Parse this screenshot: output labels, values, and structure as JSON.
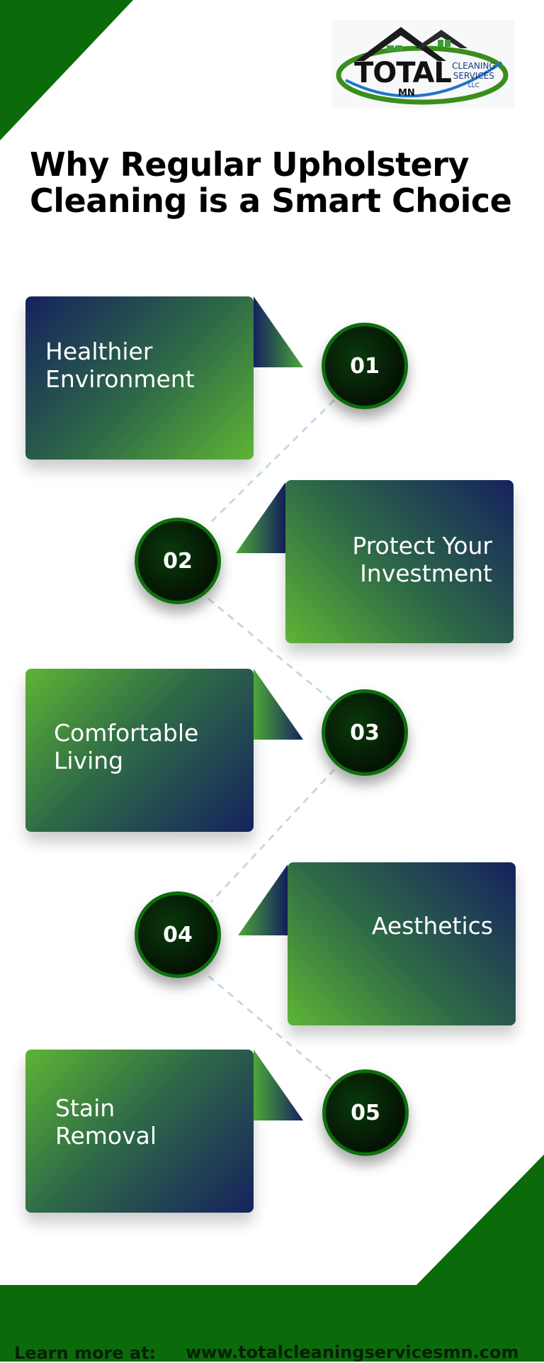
{
  "title": "Why Regular Upholstery Cleaning is a Smart Choice",
  "logo": {
    "main": "TOTAL",
    "line1": "CLEANING",
    "line2": "SERVICES",
    "suffix": "LLC",
    "sub": "MN"
  },
  "steps": [
    {
      "number": "01",
      "label": "Healthier Environment"
    },
    {
      "number": "02",
      "label": "Protect Your Investment"
    },
    {
      "number": "03",
      "label": "Comfortable Living"
    },
    {
      "number": "04",
      "label": "Aesthetics"
    },
    {
      "number": "05",
      "label": "Stain Removal"
    }
  ],
  "footer": {
    "label": "Learn more at:",
    "url": "www.totalcleaningservicesmn.com"
  },
  "colors": {
    "green": "#0b6b0b",
    "navy": "#111a5e",
    "lime": "#5db534"
  }
}
